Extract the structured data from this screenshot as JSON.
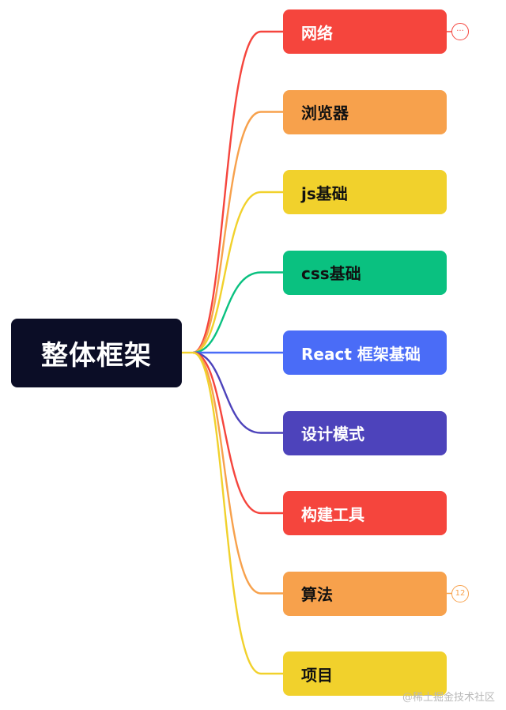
{
  "root": {
    "label": "整体框架"
  },
  "nodes": [
    {
      "label": "网络",
      "fill": "#f5453d",
      "text_color": "#ffffff",
      "badge": "···",
      "badge_icon": "more-icon"
    },
    {
      "label": "浏览器",
      "fill": "#f7a14c",
      "text_color": "#111111"
    },
    {
      "label": "js基础",
      "fill": "#f1d12c",
      "text_color": "#111111"
    },
    {
      "label": "css基础",
      "fill": "#0ac180",
      "text_color": "#111111"
    },
    {
      "label": "React 框架基础",
      "fill": "#4a6cf7",
      "text_color": "#ffffff"
    },
    {
      "label": "设计模式",
      "fill": "#4d43bb",
      "text_color": "#ffffff"
    },
    {
      "label": "构建工具",
      "fill": "#f5453d",
      "text_color": "#ffffff"
    },
    {
      "label": "算法",
      "fill": "#f7a14c",
      "text_color": "#111111",
      "badge": "12",
      "badge_icon": "collapsed-count-badge"
    },
    {
      "label": "项目",
      "fill": "#f1d12c",
      "text_color": "#111111"
    }
  ],
  "watermark": "@稀土掘金技术社区"
}
